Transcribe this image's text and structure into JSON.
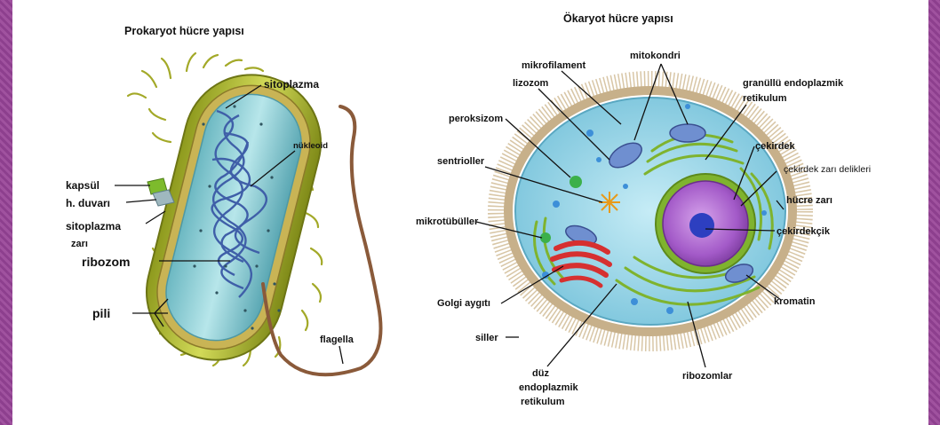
{
  "prokaryote": {
    "title": "Prokaryot hücre yapısı",
    "labels": {
      "sitoplazma_top": "sitoplazma",
      "nukleoid": "nükleoid",
      "kapsul": "kapsül",
      "h_duvari": "h. duvarı",
      "sitoplazma_zari_1": "sitoplazma",
      "sitoplazma_zari_2": "zarı",
      "ribozom": "ribozom",
      "pili": "pili",
      "flagella": "flagella"
    }
  },
  "eukaryote": {
    "title": "Ökaryot hücre yapısı",
    "labels": {
      "mikrofilament": "mikrofilament",
      "mitokondri": "mitokondri",
      "lizozom": "lizozom",
      "granullu_1": "granüllü endoplazmik",
      "granullu_2": "retikulum",
      "peroksizom": "peroksizom",
      "cekirdek": "çekirdek",
      "cekirdek_zari": "çekirdek zarı delikleri",
      "sentrioller": "sentrioller",
      "hucre_zari": "hücre zarı",
      "mikrotubuller": "mikrotübüller",
      "cekirdekcik": "çekirdekçik",
      "golgi": "Golgi aygıtı",
      "kromatin": "kromatin",
      "siller": "siller",
      "duz_1": "düz",
      "duz_2": "endoplazmik",
      "duz_3": "retikulum",
      "ribozomlar": "ribozomlar"
    }
  },
  "colors": {
    "background": "#9a4b99",
    "panel": "#ffffff",
    "capsule": "#b7c23a",
    "cytoplasm": "#8fcfd8",
    "nucleoid": "#3f5fa8",
    "flagellum": "#8a5a3a",
    "eukaryote_cytoplasm": "#9fd7ea",
    "nucleus": "#a35ac8",
    "nucleolus": "#2d3fc0",
    "golgi": "#d63030",
    "er": "#7fb32e",
    "cilia": "#d8c6a6"
  }
}
